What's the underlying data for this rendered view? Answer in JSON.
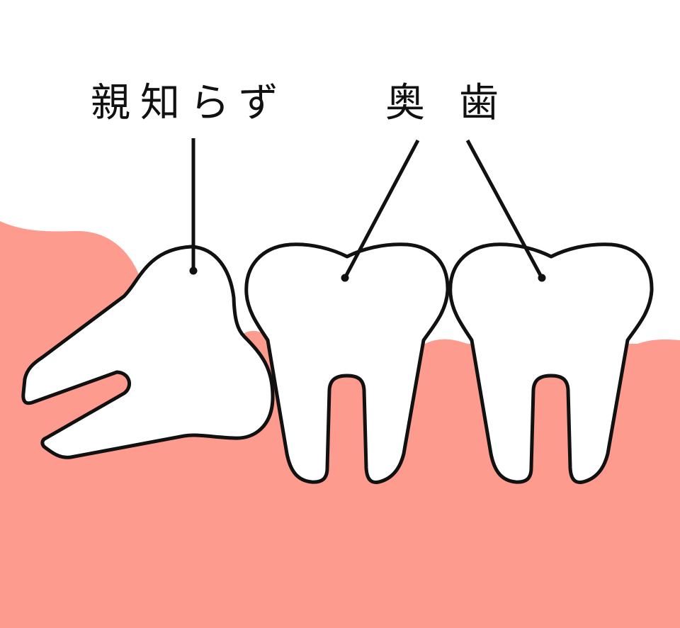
{
  "labels": {
    "wisdom_tooth": "親知らず",
    "molar_1": "奥",
    "molar_2": "歯"
  },
  "colors": {
    "gum": "#fd9b8e",
    "outline": "#111111",
    "tooth": "#ffffff"
  }
}
